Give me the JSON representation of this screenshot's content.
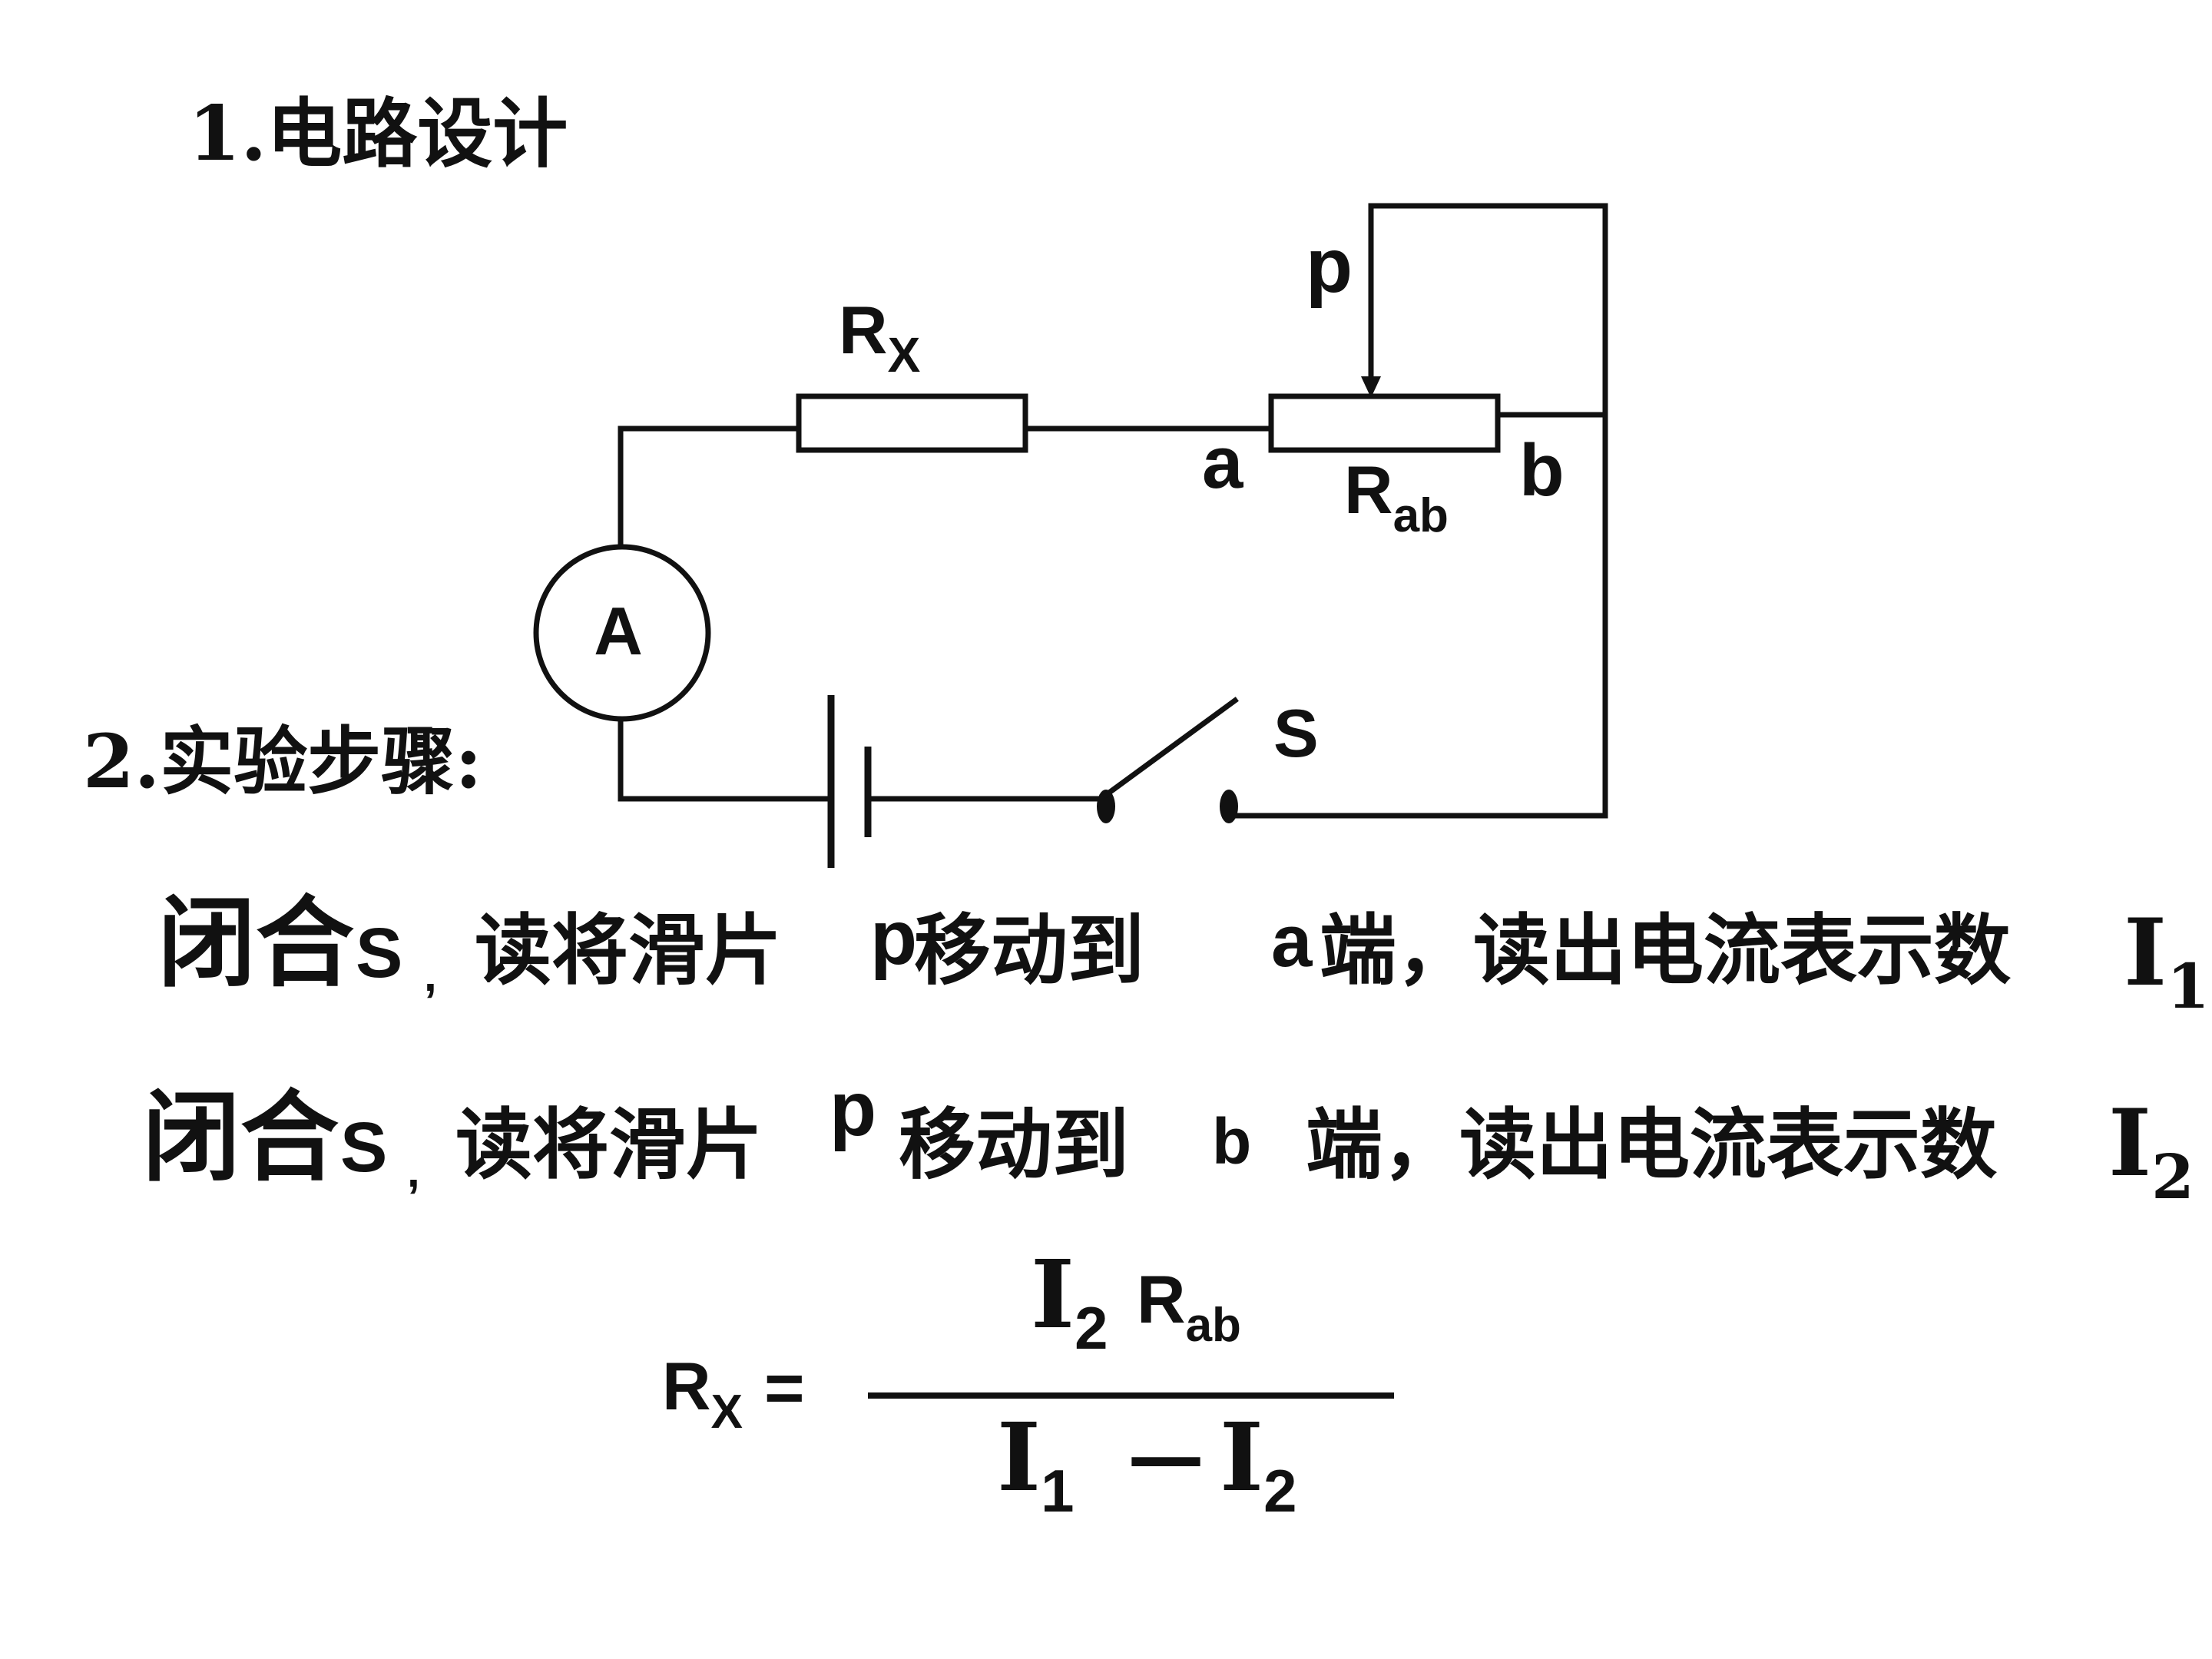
{
  "sections": {
    "design_heading": "1.电路设计",
    "steps_heading": "2.实验步骤:"
  },
  "circuit": {
    "labels": {
      "rx_main": "R",
      "rx_sub": "X",
      "p": "p",
      "a": "a",
      "b": "b",
      "rab_main": "R",
      "rab_sub": "ab",
      "ammeter": "A",
      "switch": "S"
    }
  },
  "steps": [
    {
      "t1": "闭合",
      "t2": "S",
      "t3": ",",
      "t4": "读将滑片",
      "t5": "p",
      "t6": "移动到",
      "t7": "a",
      "t8": "端，读出电流表示数",
      "t9": "I",
      "t10": "1"
    },
    {
      "t1": "闭合",
      "t2": "S",
      "t3": ",",
      "t4": "读将滑片",
      "t5": "p",
      "t6": "移动到",
      "t7": "b",
      "t8": "端，读出电流表示数",
      "t9": "I",
      "t10": "2"
    }
  ],
  "formula": {
    "lhs_main": "R",
    "lhs_sub": "X",
    "equals": "=",
    "num_i": "I",
    "num_i_sub": "2",
    "num_r": "R",
    "num_r_sub": "ab",
    "den_i1": "I",
    "den_i1_sub": "1",
    "den_minus": "—",
    "den_i2": "I",
    "den_i2_sub": "2"
  }
}
